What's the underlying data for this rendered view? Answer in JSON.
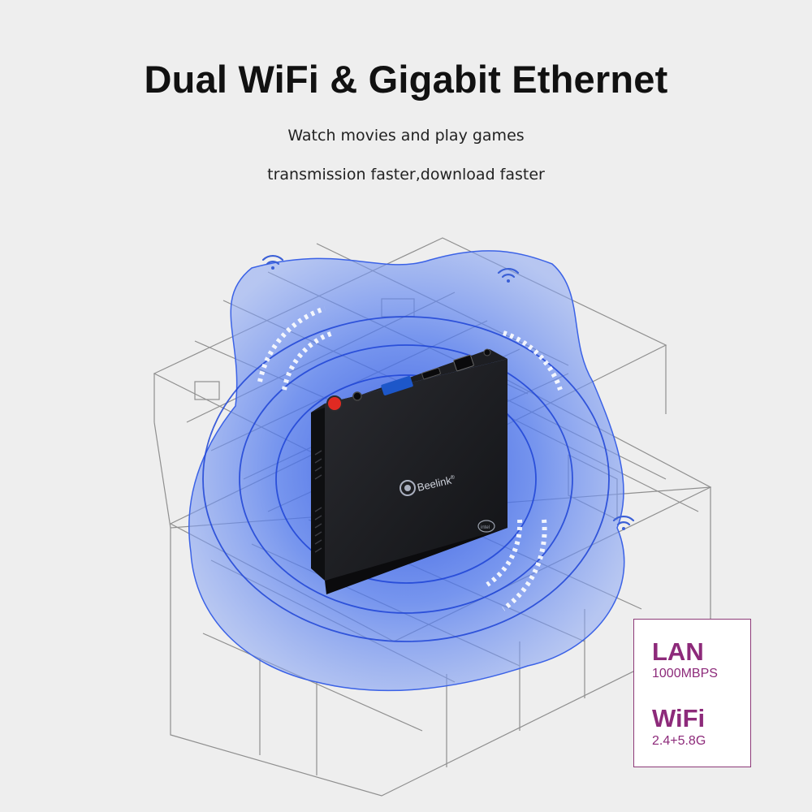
{
  "header": {
    "title": "Dual WiFi & Gigabit Ethernet",
    "line1": "Watch movies and play games",
    "line2": "transmission faster,download faster"
  },
  "device": {
    "brand": "Beelink",
    "brand_mark": "®",
    "chip_logo": "intel",
    "body_color": "#1c1d20",
    "power_button_color": "#e02a22"
  },
  "signal": {
    "coverage_color": "#5b84f0",
    "wave_color": "#2f5fe0",
    "icon": "wifi-icon"
  },
  "specs": {
    "lan_title": "LAN",
    "lan_value": "1000MBPS",
    "wifi_title": "WiFi",
    "wifi_value": "2.4+5.8G",
    "accent_color": "#8d2a7a"
  }
}
